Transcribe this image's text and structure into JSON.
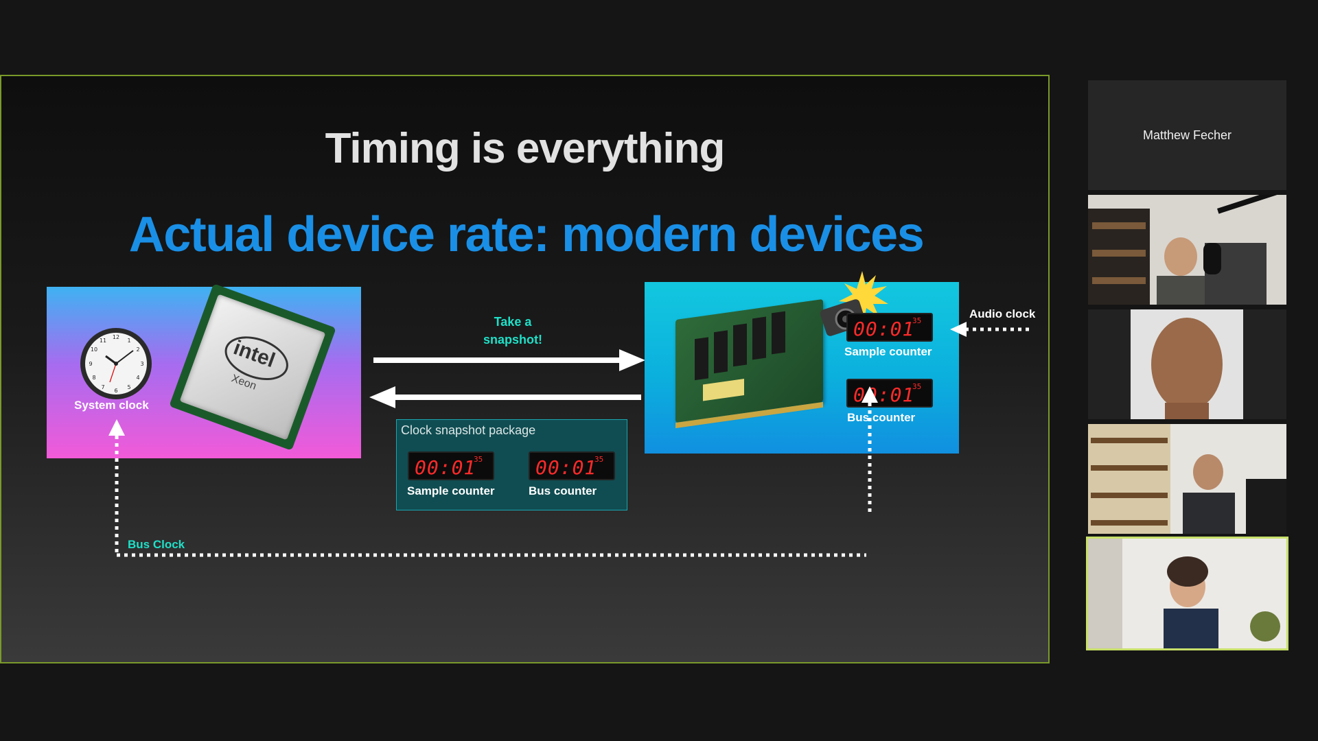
{
  "slide": {
    "title": "Timing is everything",
    "subtitle": "Actual device rate: modern devices",
    "left_panel": {
      "clock_label": "System clock",
      "cpu_brand": "intel",
      "cpu_model": "Xeon"
    },
    "arrow_top_text_line1": "Take a",
    "arrow_top_text_line2": "snapshot!",
    "snapshot_package": {
      "title": "Clock snapshot package",
      "sample_counter_value": "00:01",
      "sample_counter_seconds": "35",
      "sample_counter_label": "Sample counter",
      "bus_counter_value": "00:01",
      "bus_counter_seconds": "35",
      "bus_counter_label": "Bus counter"
    },
    "right_panel": {
      "sample_counter_value": "00:01",
      "sample_counter_seconds": "35",
      "sample_counter_label": "Sample counter",
      "bus_counter_value": "00:01",
      "bus_counter_seconds": "35",
      "bus_counter_label": "Bus counter"
    },
    "audio_clock_label": "Audio clock",
    "bus_clock_label": "Bus Clock",
    "colors": {
      "subtitle": "#1a8fe6",
      "accent_teal": "#1fe0c8",
      "counter_red": "#ff2a2a"
    }
  },
  "participants": [
    {
      "name": "Matthew Fecher",
      "type": "name-only"
    },
    {
      "type": "video",
      "scene": "studio-with-microphone"
    },
    {
      "type": "video",
      "scene": "portrait"
    },
    {
      "type": "video",
      "scene": "bookshelf-piano"
    },
    {
      "type": "video",
      "scene": "headset-speaker",
      "active": true
    }
  ]
}
